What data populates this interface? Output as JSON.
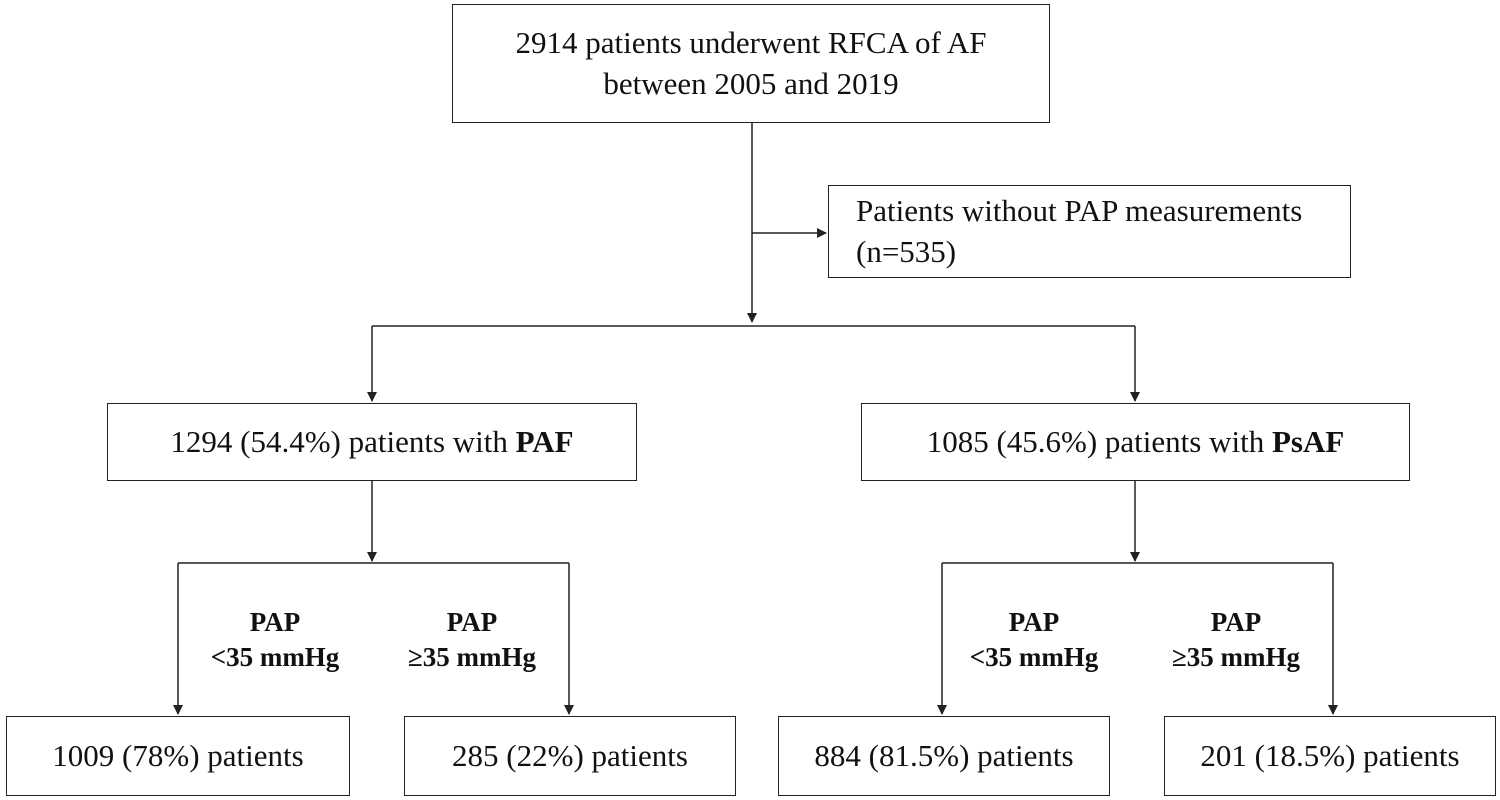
{
  "nodes": {
    "start": {
      "line1": "2914 patients underwent RFCA of AF",
      "line2": "between 2005 and 2019"
    },
    "excluded": {
      "line1": "Patients without PAP measurements",
      "line2": "(n=535)"
    },
    "paf": {
      "prefix": "1294 (54.4%) patients with ",
      "bold": "PAF"
    },
    "psaf": {
      "prefix": "1085 (45.6%) patients with ",
      "bold": "PsAF"
    },
    "paf_low": {
      "text": "1009 (78%) patients"
    },
    "paf_high": {
      "text": "285 (22%) patients"
    },
    "psaf_low": {
      "text": "884 (81.5%) patients"
    },
    "psaf_high": {
      "text": "201 (18.5%) patients"
    }
  },
  "branch_labels": {
    "paf_low": {
      "line1": "PAP",
      "line2": "<35 mmHg"
    },
    "paf_high": {
      "line1": "PAP",
      "line2": "≥35 mmHg"
    },
    "psaf_low": {
      "line1": "PAP",
      "line2": "<35 mmHg"
    },
    "psaf_high": {
      "line1": "PAP",
      "line2": "≥35 mmHg"
    }
  },
  "colors": {
    "line": "#222222",
    "text": "#111111",
    "background": "#ffffff"
  }
}
